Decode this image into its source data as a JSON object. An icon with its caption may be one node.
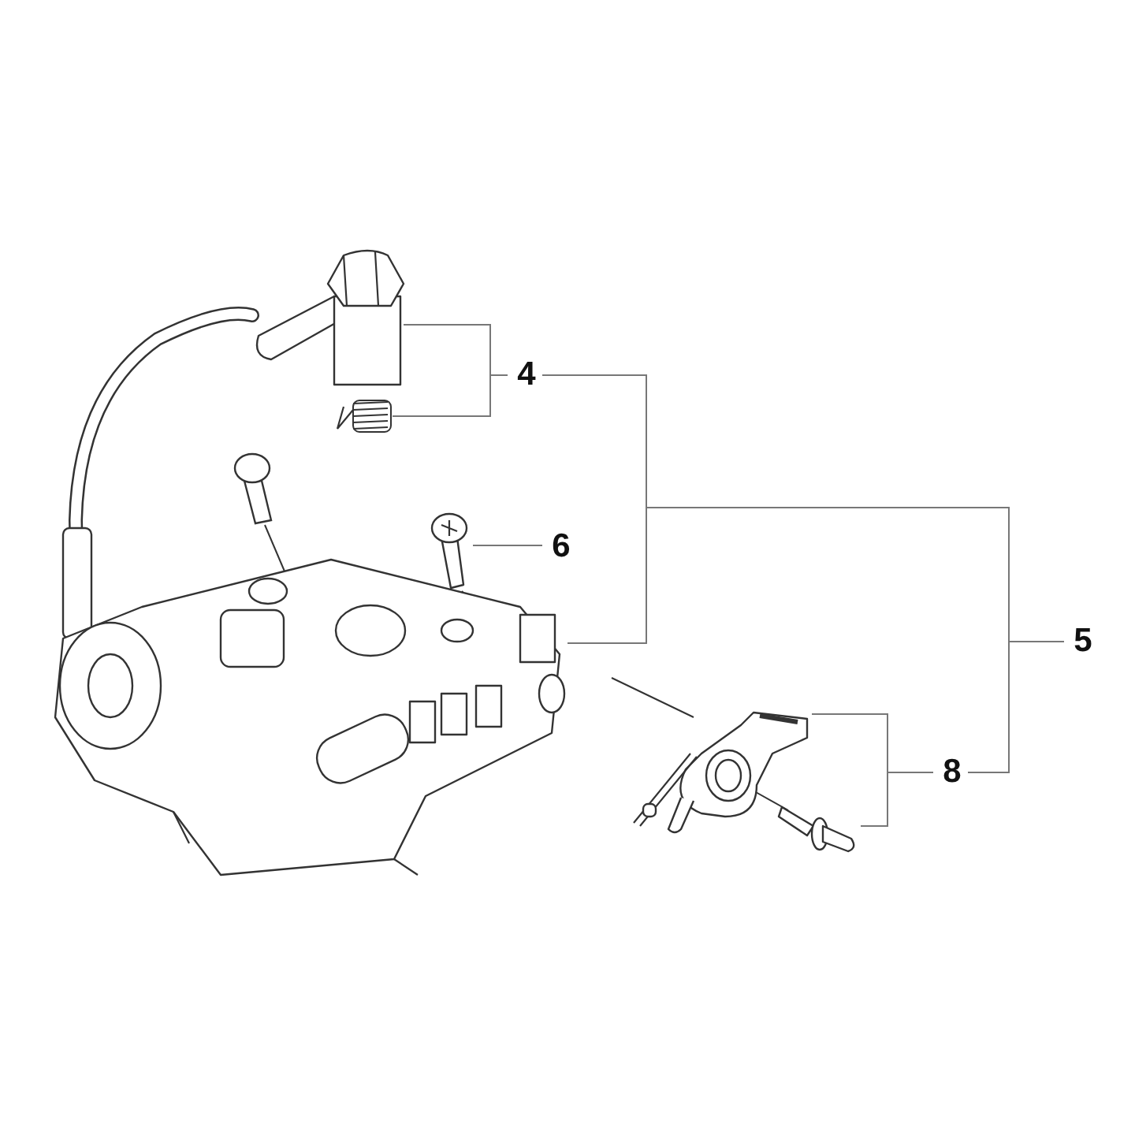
{
  "diagram": {
    "nodes": [
      {
        "text": [
          "4"
        ]
      },
      {
        "text": [
          "5"
        ]
      },
      {
        "text": [
          "6"
        ]
      },
      {
        "text": [
          "8"
        ]
      },
      {
        "text": [],
        "shape": "picture"
      },
      {
        "text": [],
        "shape": "picture"
      },
      {
        "text": [],
        "shape": "picture"
      },
      {
        "text": [],
        "shape": "picture"
      },
      {
        "text": [],
        "shape": "picture"
      },
      {
        "text": [],
        "shape": "picture"
      }
    ],
    "edges": [
      {
        "from": 0,
        "to": 4,
        "arrow": "none"
      },
      {
        "from": 0,
        "to": 5,
        "arrow": "none"
      },
      {
        "from": 0,
        "to": 6,
        "arrow": "none"
      },
      {
        "from": 1,
        "to": 0,
        "arrow": "none"
      },
      {
        "from": 1,
        "to": 3,
        "arrow": "none"
      },
      {
        "from": 2,
        "to": 7,
        "arrow": "none"
      },
      {
        "from": 3,
        "to": 8,
        "arrow": "none"
      },
      {
        "from": 3,
        "to": 9,
        "arrow": "none"
      }
    ]
  }
}
